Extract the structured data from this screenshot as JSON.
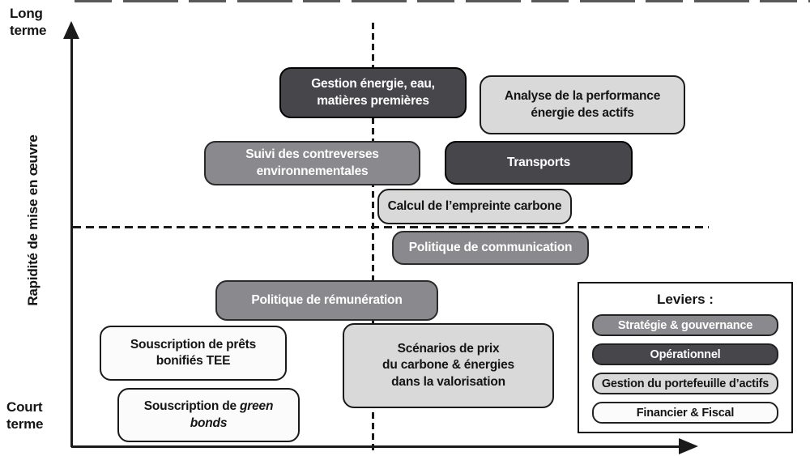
{
  "axes": {
    "y_top_label": "Long\nterme",
    "y_bottom_label": "Court\nterme",
    "y_axis_label": "Rapidité de mise en œuvre"
  },
  "nodes": [
    {
      "label": "Gestion énergie, eau,\nmatières premières",
      "category": "Opérationnel"
    },
    {
      "label": "Analyse de la performance\nénergie des actifs",
      "category": "Gestion du portefeuille d'actifs"
    },
    {
      "label": "Suivi des contreverses\nenvironnementales",
      "category": "Stratégie & gouvernance"
    },
    {
      "label": "Transports",
      "category": "Opérationnel"
    },
    {
      "label": "Calcul de l’empreinte carbone",
      "category": "Gestion du portefeuille d'actifs"
    },
    {
      "label": "Politique de communication",
      "category": "Stratégie & gouvernance"
    },
    {
      "label": "Politique de rémunération",
      "category": "Stratégie & gouvernance"
    },
    {
      "label": "Souscription de prêts\nbonifiés TEE",
      "category": "Financier & Fiscal"
    },
    {
      "label": "Scénarios de prix\ndu carbone & énergies\ndans la valorisation",
      "category": "Gestion du portefeuille d'actifs"
    },
    {
      "label_prefix": "Souscription de ",
      "label_italic": "green bonds",
      "category": "Financier & Fiscal"
    }
  ],
  "legend": {
    "title": "Leviers :",
    "items": [
      {
        "label": "Stratégie & gouvernance",
        "color": "#8a898d",
        "text_color": "#ffffff"
      },
      {
        "label": "Opérationnel",
        "color": "#47464b",
        "text_color": "#ffffff"
      },
      {
        "label": "Gestion du portefeuille d’actifs",
        "color": "#d9d9d9",
        "text_color": "#141414"
      },
      {
        "label": "Financier & Fiscal",
        "color": "#fbfbfb",
        "text_color": "#141414"
      }
    ]
  },
  "colors": {
    "dark": "#47464b",
    "mid": "#8a898d",
    "light": "#d9d9d9",
    "white": "#fbfbfb",
    "line": "#1a1a1a"
  }
}
